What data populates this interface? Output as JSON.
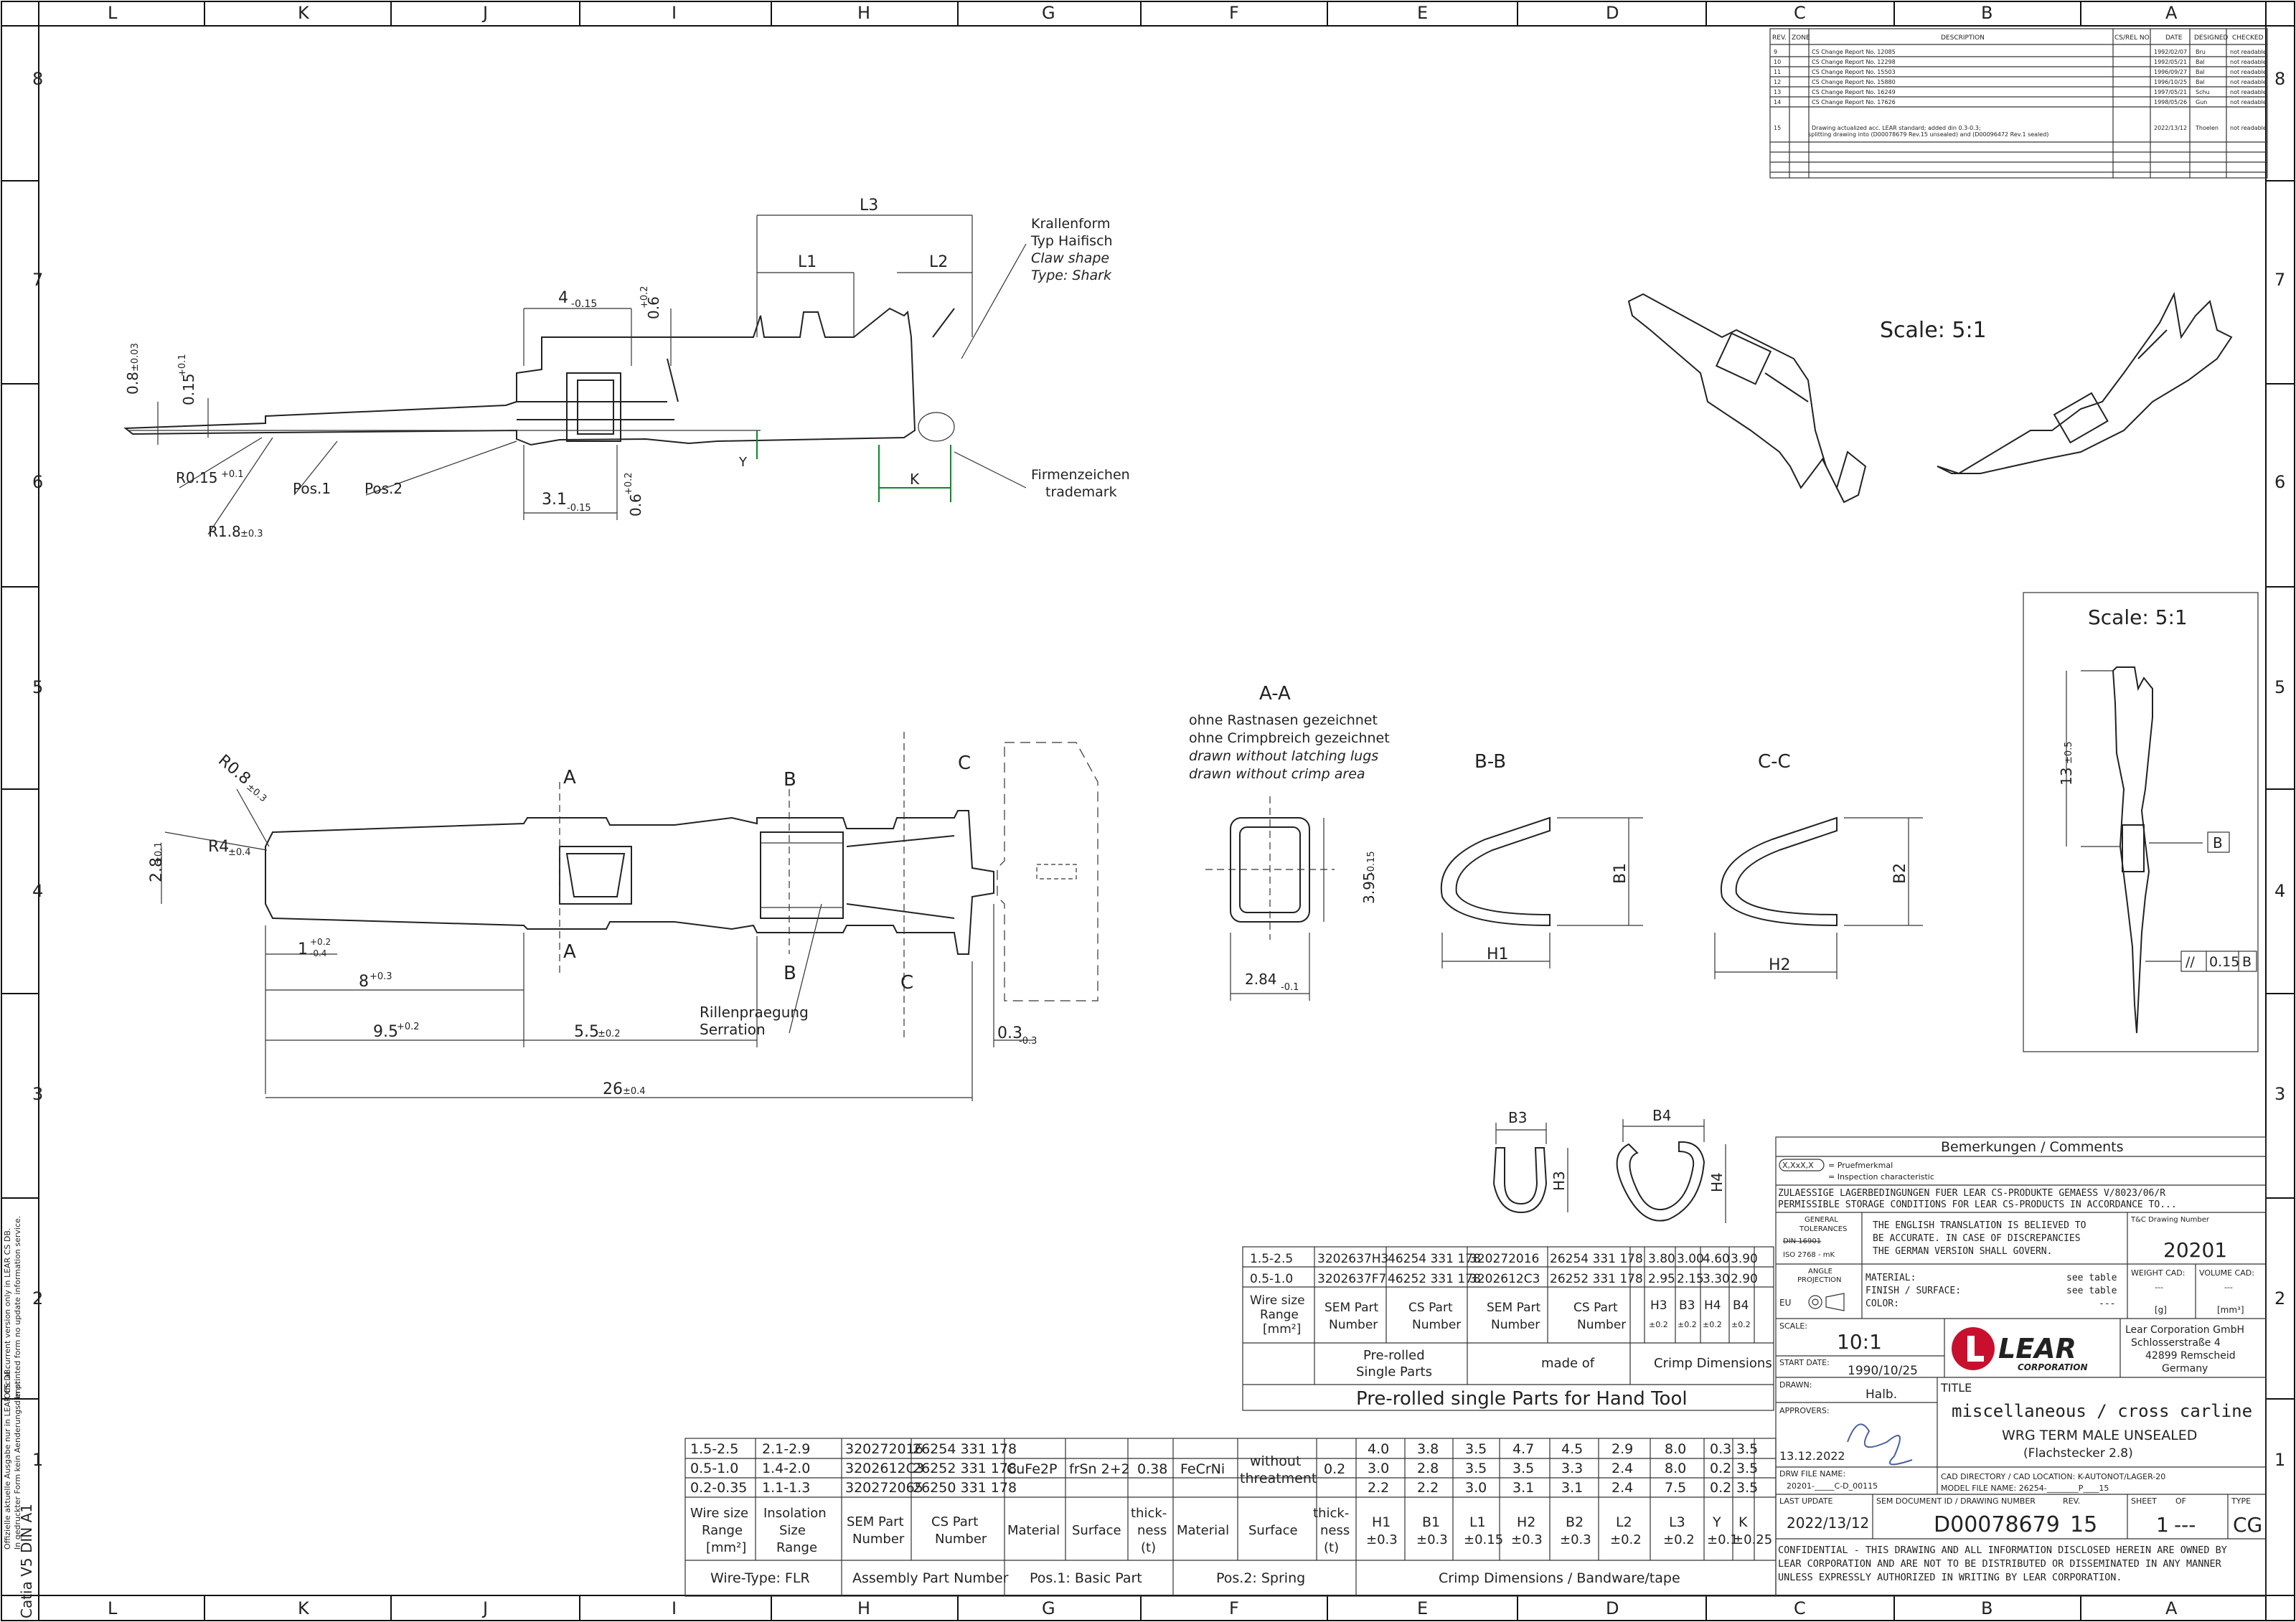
{
  "frame": {
    "columns": [
      "L",
      "K",
      "J",
      "I",
      "H",
      "G",
      "F",
      "E",
      "D",
      "C",
      "B",
      "A"
    ],
    "rows": [
      "8",
      "7",
      "6",
      "5",
      "4",
      "3",
      "2",
      "1"
    ],
    "side_note_1": "Offizielle aktuelle Ausgabe nur in LEAR CS DB.",
    "side_note_2": "In gedruckter Form kein Aenderungsdienst.",
    "side_note_3": "Official current version only in LEAR CS DB.",
    "side_note_4": "In printed form no update information service.",
    "catia": "Catia V5 DIN A1"
  },
  "revisions": {
    "headers": [
      "REV.",
      "ZONE",
      "DESCRIPTION",
      "CS/REL NO.",
      "DATE",
      "DESIGNED",
      "CHECKED"
    ],
    "rows": [
      [
        "9",
        "",
        "CS Change Report No. 12085",
        "",
        "1992/02/07",
        "Bru",
        "not readable"
      ],
      [
        "10",
        "",
        "CS Change Report No. 12298",
        "",
        "1992/05/21",
        "Bal",
        "not readable"
      ],
      [
        "11",
        "",
        "CS Change Report No. 15503",
        "",
        "1996/09/27",
        "Bal",
        "not readable"
      ],
      [
        "12",
        "",
        "CS Change Report No. 15880",
        "",
        "1996/10/25",
        "Bal",
        "not readable"
      ],
      [
        "13",
        "",
        "CS Change Report No. 16249",
        "",
        "1997/05/21",
        "Schu",
        "not readable"
      ],
      [
        "14",
        "",
        "CS Change Report No. 17626",
        "",
        "1998/05/26",
        "Gun",
        "not readable"
      ],
      [
        "15",
        "",
        "Drawing actualized acc. LEAR standard; added din 0.3-0.3;",
        "",
        "2022/13/12",
        "Thoelen",
        "not readable"
      ]
    ],
    "row15_line2": "splitting drawing into (D00078679 Rev.15 unsealed) and (D00096472 Rev.1 sealed)"
  },
  "top_view": {
    "L3": "L3",
    "L1": "L1",
    "L2": "L2",
    "dim_4": "4",
    "dim_4_tol": "-0.15",
    "dim_06a": "0.6",
    "dim_06a_tol": "+0.2",
    "dim_08": "0.8",
    "dim_08_tol": "±0.03",
    "dim_015": "0.15",
    "dim_015_tol": "+0.1",
    "dim_31": "3.1",
    "dim_31_tol": "-0.15",
    "dim_06b": "0.6",
    "dim_06b_tol": "+0.2",
    "r015": "R0.15",
    "r015_tol": "+0.1",
    "r18": "R1.8",
    "r18_tol": "±0.3",
    "pos1": "Pos.1",
    "pos2": "Pos.2",
    "y": "Y",
    "k": "K",
    "claw_1": "Krallenform",
    "claw_2": "Typ  Haifisch",
    "claw_3": "Claw shape",
    "claw_4": "Type: Shark",
    "mark_1": "Firmenzeichen",
    "mark_2": "trademark"
  },
  "iso_scale": "Scale:  5:1",
  "side_scale": "Scale:  5:1",
  "side_view": {
    "dim_13": "13",
    "dim_13_tol": "±0.5",
    "b": "B",
    "par": "//",
    "par_val": "0.15",
    "par_ref": "B"
  },
  "front_view": {
    "r08": "R0.8",
    "r08_tol": "±0.3",
    "r4": "R4",
    "r4_tol": "±0.4",
    "d28": "2.8",
    "d28_tol": "±0.1",
    "d1": "1",
    "d1_tol_a": "+0.2",
    "d1_tol_b": "-0.4",
    "d8": "8",
    "d8_tol": "+0.3",
    "d95": "9.5",
    "d95_tol": "+0.2",
    "d55": "5.5",
    "d55_tol": "±0.2",
    "d26": "26",
    "d26_tol": "±0.4",
    "d03": "0.3",
    "d03_tol": "-0.3",
    "A": "A",
    "B": "B",
    "C": "C",
    "serr_1": "Rillenpraegung",
    "serr_2": "Serration"
  },
  "sections": {
    "aa": "A-A",
    "aa_1": "ohne Rastnasen gezeichnet",
    "aa_2": "ohne Crimpbreich gezeichnet",
    "aa_3": "drawn without latching lugs",
    "aa_4": "drawn without crimp area",
    "d395": "3.95",
    "d395_tol": "-0.15",
    "d284": "2.84",
    "d284_tol": "-0.1",
    "bb": "B-B",
    "cc": "C-C",
    "H1": "H1",
    "B1": "B1",
    "H2": "H2",
    "B2": "B2",
    "B3": "B3",
    "H3": "H3",
    "B4": "B4",
    "H4": "H4"
  },
  "preroll_table": {
    "rows": [
      [
        "1.5-2.5",
        "3202637H3",
        "46254 331 178",
        "320272016",
        "26254 331 178",
        "3.80",
        "3.00",
        "4.60",
        "3.90"
      ],
      [
        "0.5-1.0",
        "3202637F7",
        "46252 331 178",
        "3202612C3",
        "26252 331 178",
        "2.95",
        "2.15",
        "3.30",
        "2.90"
      ]
    ],
    "h_wire": [
      "Wire size",
      "Range",
      "[mm²]"
    ],
    "h_sem1": [
      "SEM Part",
      "Number"
    ],
    "h_cs1": [
      "CS Part",
      "Number"
    ],
    "h_sem2": [
      "SEM Part",
      "Number"
    ],
    "h_cs2": [
      "CS Part",
      "Number"
    ],
    "h_dims": [
      [
        "H3",
        "±0.2"
      ],
      [
        "B3",
        "±0.2"
      ],
      [
        "H4",
        "±0.2"
      ],
      [
        "B4",
        "±0.2"
      ]
    ],
    "g_single": [
      "Pre-rolled",
      "Single Parts"
    ],
    "g_made": "made of",
    "g_crimp": "Crimp Dimensions",
    "title": "Pre-rolled single Parts for Hand Tool"
  },
  "main_table": {
    "rows": [
      [
        "1.5-2.5",
        "2.1-2.9",
        "320272016",
        "26254 331 178",
        "4.0",
        "3.8",
        "3.5",
        "4.7",
        "4.5",
        "2.9",
        "8.0",
        "0.3",
        "3.5"
      ],
      [
        "0.5-1.0",
        "1.4-2.0",
        "3202612C3",
        "26252 331 178",
        "3.0",
        "2.8",
        "3.5",
        "3.5",
        "3.3",
        "2.4",
        "8.0",
        "0.2",
        "3.5"
      ],
      [
        "0.2-0.35",
        "1.1-1.3",
        "320272065",
        "26250 331 178",
        "2.2",
        "2.2",
        "3.0",
        "3.1",
        "3.1",
        "2.4",
        "7.5",
        "0.2",
        "3.5"
      ]
    ],
    "material": "CuFe2P",
    "surface": "frSn 2+2",
    "thickness": "0.38",
    "material2": "FeCrNi",
    "surface2_1": "without",
    "surface2_2": "threatment",
    "thickness2": "0.2",
    "h_wire": [
      "Wire size",
      "Range",
      "[mm²]"
    ],
    "h_ins": [
      "Insolation",
      "Size",
      "Range"
    ],
    "h_sem": [
      "SEM Part",
      "Number"
    ],
    "h_cs": [
      "CS Part",
      "Number"
    ],
    "h_mat": "Material",
    "h_surf": "Surface",
    "h_thick": [
      "thick-",
      "ness",
      "(t)"
    ],
    "h_mat2": "Material",
    "h_surf2": "Surface",
    "h_thick2": [
      "thick-",
      "ness",
      "(t)"
    ],
    "h_dims": [
      [
        "H1",
        "±0.3"
      ],
      [
        "B1",
        "±0.3"
      ],
      [
        "L1",
        "±0.15"
      ],
      [
        "H2",
        "±0.3"
      ],
      [
        "B2",
        "±0.3"
      ],
      [
        "L2",
        "±0.2"
      ],
      [
        "L3",
        "±0.2"
      ],
      [
        "Y",
        "±0.1"
      ],
      [
        "K",
        "±0.25"
      ]
    ],
    "g_wire": "Wire-Type: FLR",
    "g_asm": "Assembly Part Number",
    "g_pos1": "Pos.1: Basic Part",
    "g_pos2": "Pos.2:  Spring",
    "g_crimp": "Crimp Dimensions    /    Bandware/tape"
  },
  "title_block": {
    "comments": "Bemerkungen / Comments",
    "char_box": "X,XxX,X",
    "char_1": "= Pruefmerkmal",
    "char_2": "= Inspection characteristic",
    "storage_1": "ZULAESSIGE LAGERBEDINGUNGEN FUER LEAR CS-PRODUKTE GEMAESS V/8023/06/R",
    "storage_2": "PERMISSIBLE STORAGE CONDITIONS FOR LEAR CS-PRODUCTS IN ACCORDANCE TO...",
    "gen_tol_1": "GENERAL",
    "gen_tol_2": "TOLERANCES",
    "gen_tol_3": "DIN 16901",
    "gen_tol_4": "ISO 2768 - mK",
    "translation_1": "THE ENGLISH TRANSLATION IS BELIEVED TO",
    "translation_2": "BE ACCURATE. IN CASE OF DISCREPANCIES",
    "translation_3": "THE GERMAN VERSION SHALL GOVERN.",
    "tc_label": "T&C Drawing Number",
    "tc_number": "20201",
    "angle_1": "ANGLE",
    "angle_2": "PROJECTION",
    "eu": "EU",
    "material_label": "MATERIAL:",
    "material_val": "see table",
    "finish_label": "FINISH / SURFACE:",
    "finish_val": "see table",
    "color_label": "COLOR:",
    "color_val": "---",
    "weight_label": "WEIGHT CAD:",
    "weight_val": "---",
    "weight_unit": "[g]",
    "volume_label": "VOLUME CAD:",
    "volume_val": "---",
    "volume_unit": "[mm³]",
    "scale_label": "SCALE:",
    "scale_val": "10:1",
    "start_label": "START DATE:",
    "start_val": "1990/10/25",
    "logo": "LEAR",
    "logo_sub": "CORPORATION",
    "company_1": "Lear Corporation GmbH",
    "company_2": "Schlosserstraße 4",
    "company_3": "42899 Remscheid",
    "company_4": "Germany",
    "drawn_label": "DRAWN:",
    "drawn_val": "Halb.",
    "approvers_label": "APPROVERS:",
    "approve_date": "13.12.2022",
    "title_label": "TITLE",
    "title_1": "miscellaneous / cross carline",
    "title_2": "WRG TERM MALE UNSEALED",
    "title_3": "(Flachstecker 2.8)",
    "drw_file_label": "DRW FILE NAME:",
    "drw_file_val": "20201-_____C-D_00115",
    "cad_dir": "CAD DIRECTORY / CAD LOCATION:  K-AUTONOT/LAGER-20",
    "model_file": "MODEL FILE NAME:          26254-________P____15",
    "last_update_label": "LAST UPDATE",
    "last_update_val": "2022/13/12",
    "doc_label": "SEM DOCUMENT ID / DRAWING NUMBER",
    "doc_val": "D00078679",
    "rev_label": "REV.",
    "rev_val": "15",
    "sheet_label": "SHEET",
    "of_label": "OF",
    "sheet_val": "1",
    "sheet_of": "---",
    "type_label": "TYPE",
    "type_val": "CG",
    "conf_1": "CONFIDENTIAL - THIS DRAWING AND ALL INFORMATION DISCLOSED HEREIN ARE OWNED BY",
    "conf_2": "LEAR CORPORATION AND ARE NOT TO BE DISTRIBUTED OR DISSEMINATED IN ANY MANNER",
    "conf_3": "UNLESS EXPRESSLY AUTHORIZED IN WRITING BY LEAR CORPORATION."
  }
}
